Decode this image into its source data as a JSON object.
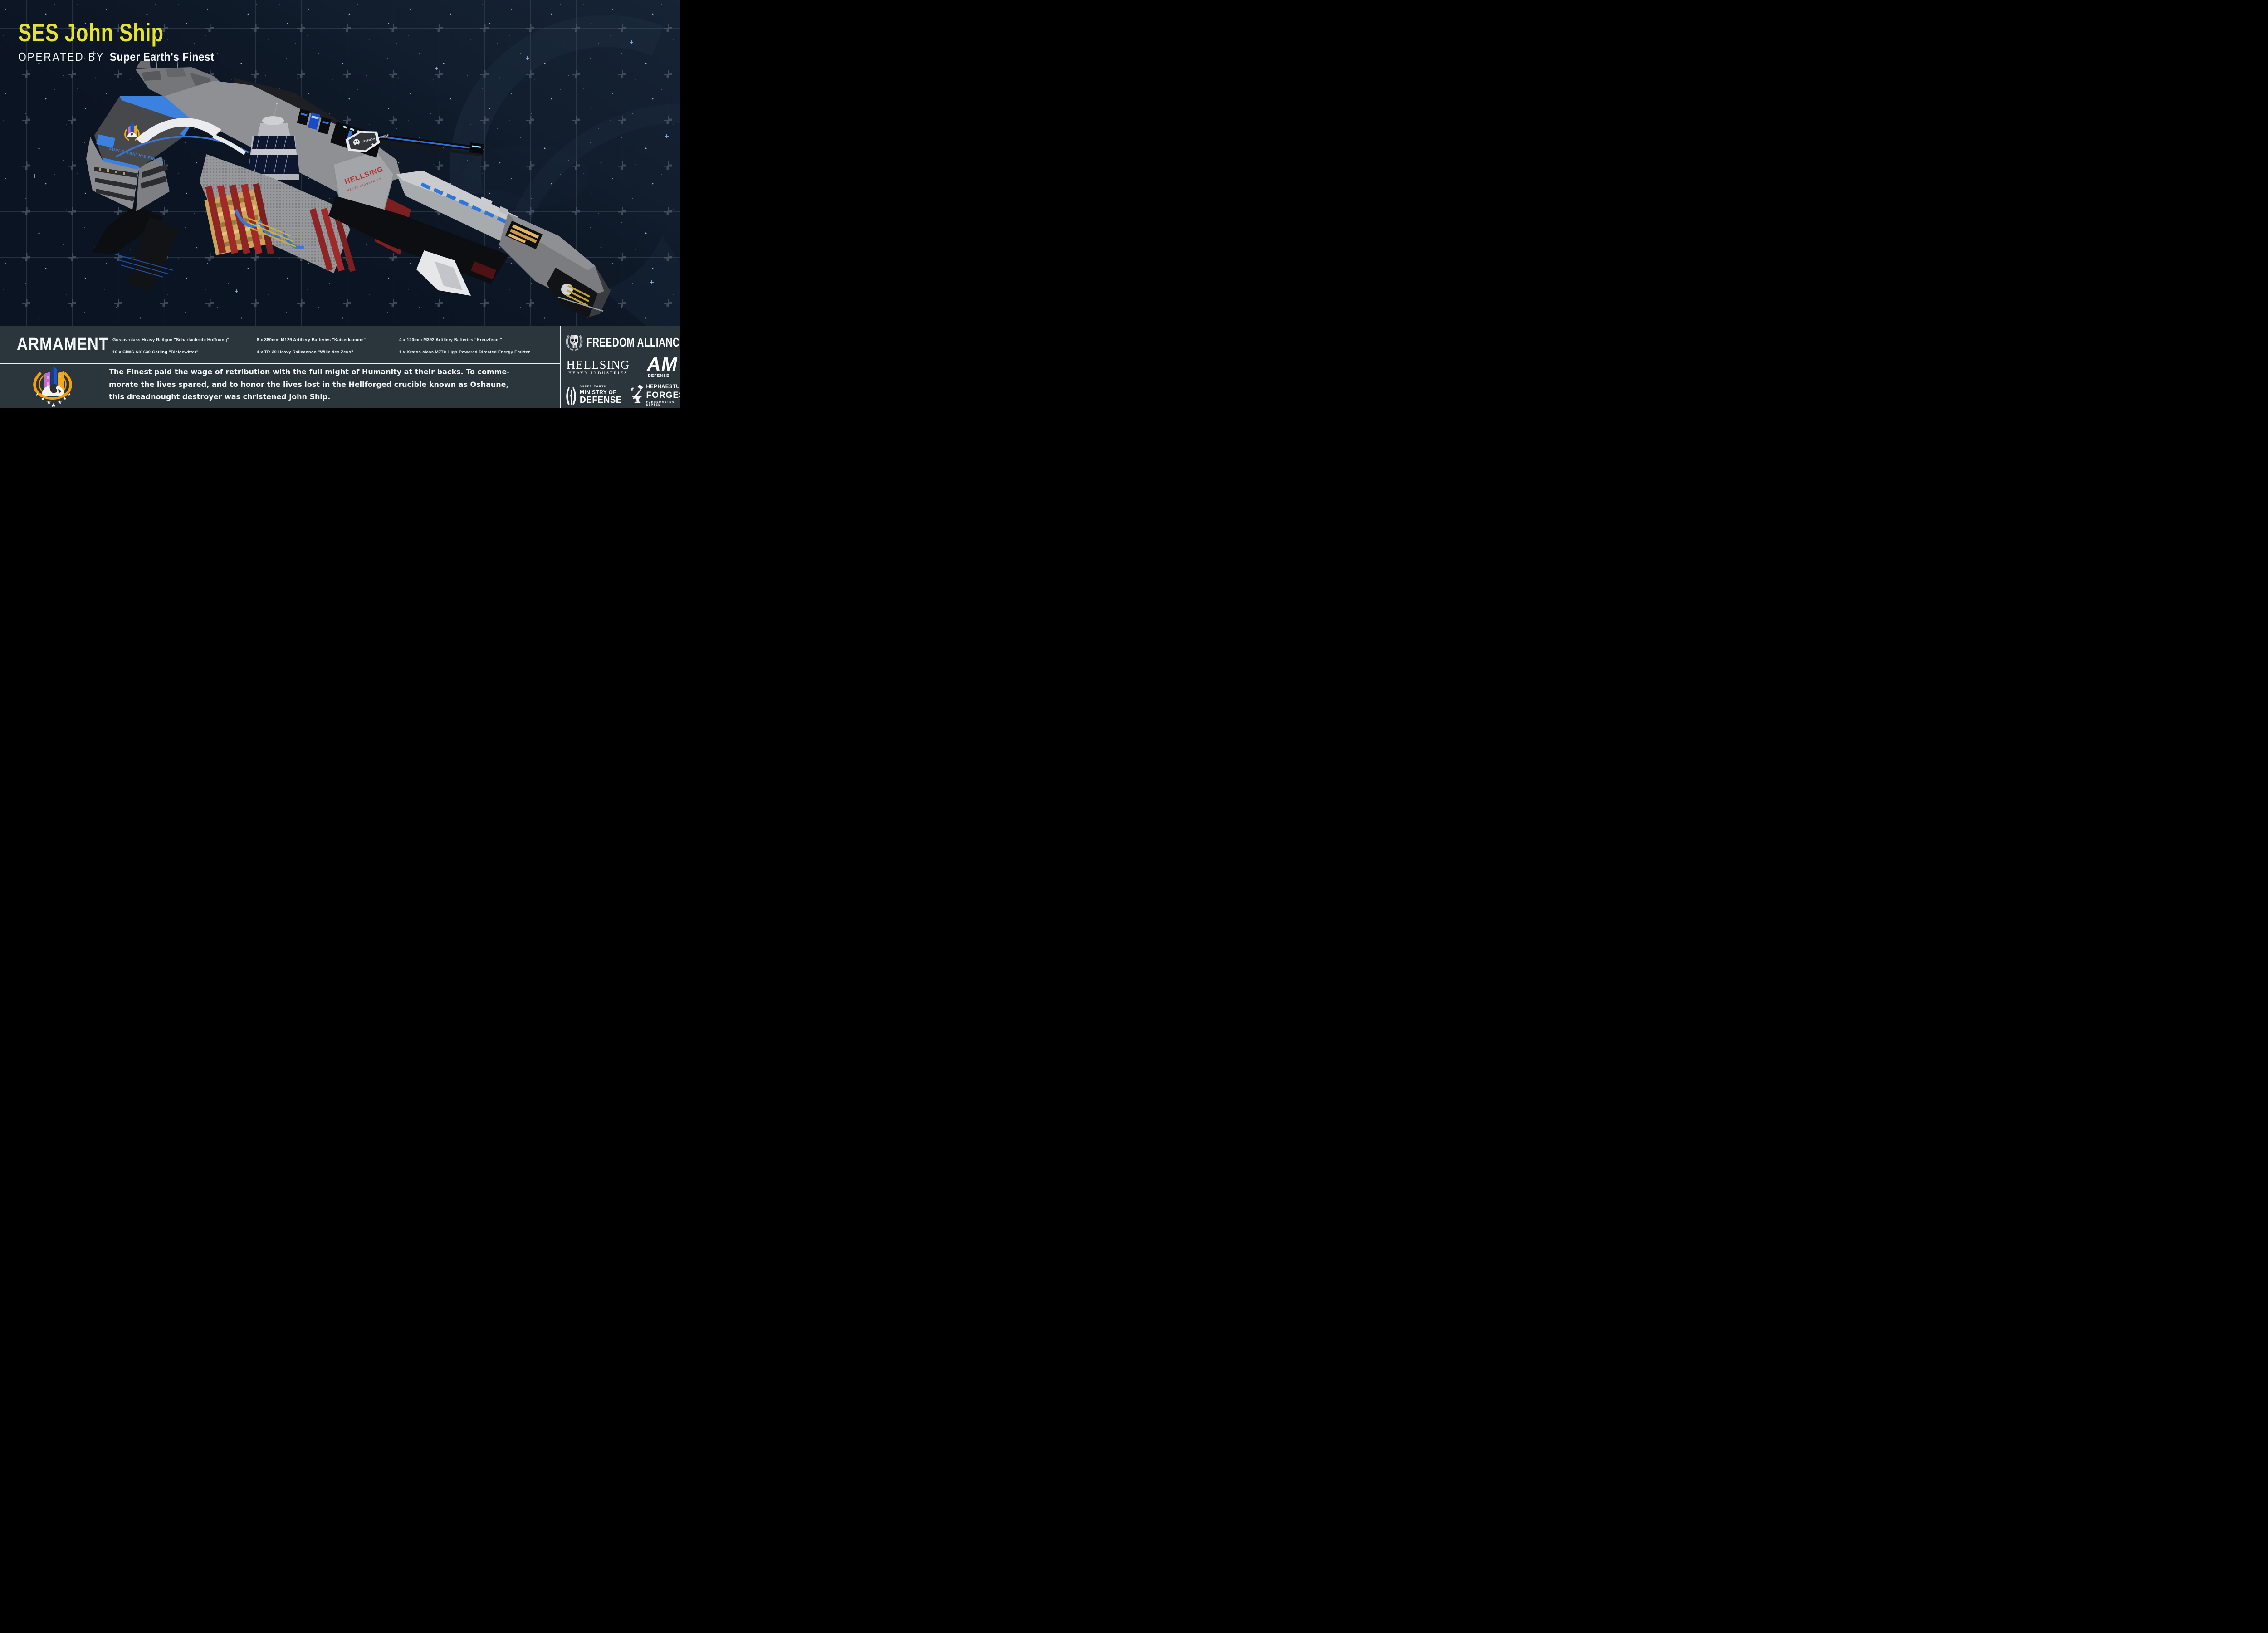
{
  "header": {
    "title": "SES John Ship",
    "operated_by": "OPERATED BY",
    "operator": "Super Earth's Finest"
  },
  "ship_markings": {
    "prow_label": "SUPER EARTH'S FINEST",
    "hull_brand": "HELLSING",
    "hull_brand_sub": "HEAVY INDUSTRIES",
    "hull_badge": "FREEDOM ALLIANCE"
  },
  "armament": {
    "heading": "ARMAMENT",
    "columns": [
      [
        "Gustav-class Heavy Railgun \"Scharlachrote Hoffnung\"",
        "10 x CIWS AK-630 Gatling \"Bleigewitter\""
      ],
      [
        "8 x 380mm M129 Artillery Batteries \"Kaiserkanone\"",
        "4 x TR-39 Heavy Railcannon \"Wille des Zeus\""
      ],
      [
        "4 x 120mm M392 Artillery Batteries  \"Kreuzfeuer\"",
        "1 x Kratos-class M770 High-Powered Directed Energy Emitter"
      ]
    ]
  },
  "description": {
    "lines": [
      "The Finest paid the wage of retribution with the full might of Humanity at their backs. To comme-",
      "morate the lives spared, and to honor the lives lost in the Hellforged crucible known as Oshaune,",
      "this dreadnought destroyer was christened John Ship."
    ]
  },
  "logos": {
    "freedom_alliance": {
      "name": "FREEDOM ALLIANCE"
    },
    "hellsing": {
      "name": "HELLSING",
      "sub": "HEAVY INDUSTRIES"
    },
    "am_defense": {
      "name": "AM",
      "sub": "DEFENSE"
    },
    "ministry": {
      "top": "SUPER EARTH",
      "mid": "MINISTRY OF",
      "bottom": "DEFENSE"
    },
    "hephaestus": {
      "top": "HEPHAESTUS",
      "mid": "FORGES",
      "bottom": "FORGEMASTER SEPTEM"
    }
  },
  "colors": {
    "background": "#0b1422",
    "panel": "#2b363c",
    "accent_yellow": "#e6e22e",
    "accent_blue": "#2e77d8",
    "hull_gray": "#909295",
    "rib_red": "#8e2424",
    "pipe_gold": "#d9b56a",
    "text": "#f2f4f4"
  }
}
